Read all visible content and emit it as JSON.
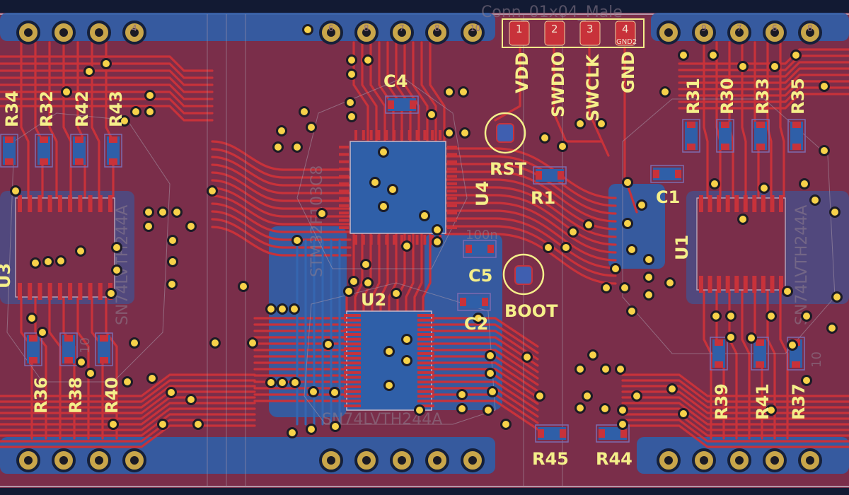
{
  "colors": {
    "board": "#7a2e4a",
    "copper_back": "#2f5fa8",
    "copper_front": "#c8323a",
    "silkscreen": "#f5ef8a",
    "pad": "#c9a64a",
    "via_hole": "#f7d24a",
    "outline": "#c8b8c8"
  },
  "header": {
    "title": "Conn_01x04_Male",
    "pins": [
      {
        "num": "1",
        "net": "VDD"
      },
      {
        "num": "2",
        "net": "SWDIO"
      },
      {
        "num": "3",
        "net": "SWCLK"
      },
      {
        "num": "4",
        "net": "GND",
        "pad_label": "GND2"
      }
    ]
  },
  "top_pin_labels": [
    "4",
    "6",
    "8",
    "7",
    "8",
    "10",
    "9",
    "7",
    "6",
    "8"
  ],
  "chips": {
    "u4": {
      "ref": "U4",
      "part": "STM32F103C8"
    },
    "u2": {
      "ref": "U2",
      "part": "SN74LVTH244A"
    },
    "u1": {
      "ref": "U1",
      "part": "SN74LVTH244A"
    },
    "u3": {
      "ref": "U3",
      "part": "SN74LVTH244A"
    }
  },
  "buttons": {
    "rst": "RST",
    "boot": "BOOT"
  },
  "caps": {
    "c4": "C4",
    "c5": "C5",
    "c2": "C2",
    "c1": "C1",
    "c5_value": "100n"
  },
  "resistors": {
    "r1": "R1",
    "top_left": [
      "R34",
      "R32",
      "R42",
      "R43"
    ],
    "top_right": [
      "R31",
      "R30",
      "R33",
      "R35"
    ],
    "bottom_left": [
      "R36",
      "R38",
      "R40"
    ],
    "bottom_right": [
      "R39",
      "R41",
      "R37"
    ],
    "bottom_mid": [
      "R45",
      "R44"
    ],
    "small_value": "10"
  }
}
